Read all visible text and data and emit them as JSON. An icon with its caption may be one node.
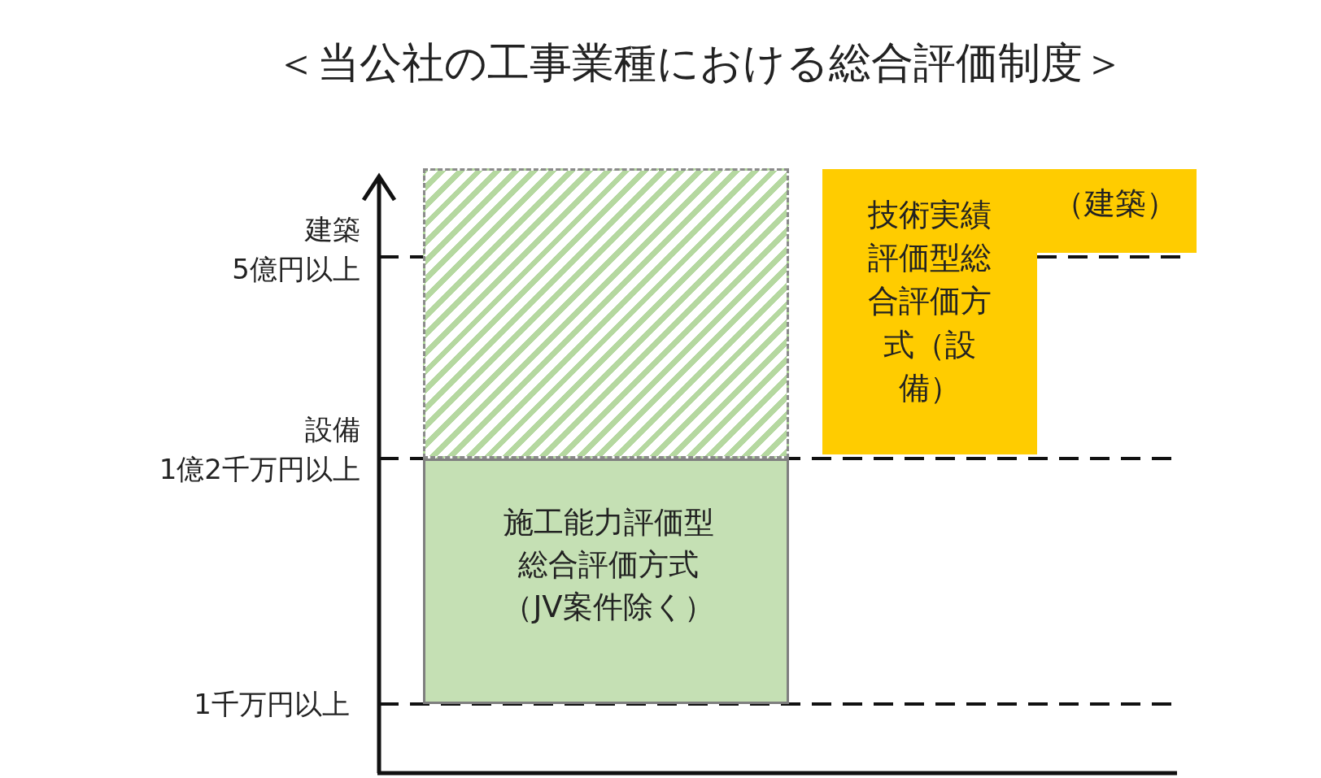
{
  "diagram": {
    "title": "＜当公社の工事業種における総合評価制度＞",
    "nodes": [
      {
        "text": [],
        "shape": "box"
      },
      {
        "text": [
          "技術実績評価型総合評価方式（設備）",
          "（建築）"
        ]
      },
      {
        "text": [
          "施工能力評価型総合評価方式（JV案件除く）"
        ]
      }
    ],
    "edges": [],
    "labels": [
      "建築",
      "5億円以上",
      "設備",
      "1億2千万円以上",
      "1千万円以上"
    ]
  }
}
